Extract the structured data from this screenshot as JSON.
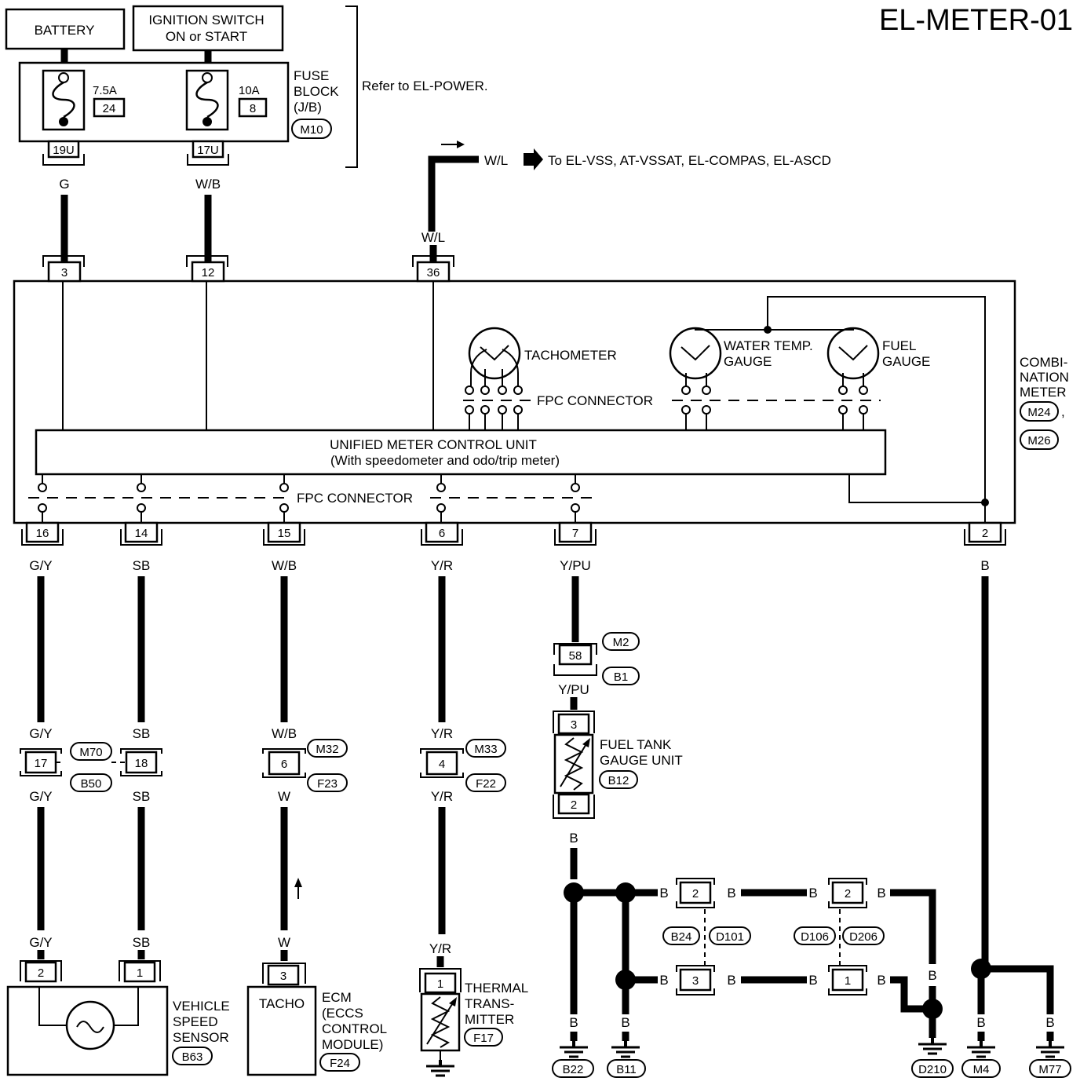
{
  "title": "EL-METER-01",
  "battery": "BATTERY",
  "ignition": [
    "IGNITION SWITCH",
    "ON or START"
  ],
  "fuse_block": {
    "label": [
      "FUSE",
      "BLOCK",
      "(J/B)"
    ],
    "connector": "M10",
    "fuse1": {
      "rating": "7.5A",
      "number": "24",
      "terminal": "19U"
    },
    "fuse2": {
      "rating": "10A",
      "number": "8",
      "terminal": "17U"
    }
  },
  "refer_note": "Refer to EL-POWER.",
  "vss_note": "To EL-VSS, AT-VSSAT, EL-COMPAS, EL-ASCD",
  "wire_colors": {
    "g": "G",
    "wb": "W/B",
    "wl": "W/L",
    "gy": "G/Y",
    "sb": "SB",
    "yr": "Y/R",
    "ypu": "Y/PU",
    "b": "B",
    "w": "W"
  },
  "meter": {
    "label": [
      "COMBI-",
      "NATION",
      "METER"
    ],
    "connectors": [
      "M24",
      "M26"
    ],
    "top_pins": [
      "3",
      "12",
      "36"
    ],
    "bottom_pins": [
      "16",
      "14",
      "15",
      "6",
      "7",
      "2"
    ],
    "tachometer": "TACHOMETER",
    "water_temp": [
      "WATER TEMP.",
      "GAUGE"
    ],
    "fuel_gauge": [
      "FUEL",
      "GAUGE"
    ],
    "fpc": "FPC CONNECTOR",
    "control_unit": [
      "UNIFIED METER CONTROL UNIT",
      "(With speedometer and odo/trip meter)"
    ]
  },
  "connectors": {
    "m70": "M70",
    "b50": "B50",
    "pin17": "17",
    "pin18": "18",
    "m32": "M32",
    "f23": "F23",
    "pin6": "6",
    "m33": "M33",
    "f22": "F22",
    "pin4": "4",
    "m2": "M2",
    "b1": "B1",
    "pin58": "58"
  },
  "fuel_tank_unit": {
    "label": [
      "FUEL TANK",
      "GAUGE UNIT"
    ],
    "connector": "B12",
    "pins": [
      "3",
      "2"
    ]
  },
  "vehicle_speed_sensor": {
    "label": [
      "VEHICLE",
      "SPEED",
      "SENSOR"
    ],
    "connector": "B63",
    "pins": [
      "2",
      "1"
    ]
  },
  "ecm": {
    "box_label": "TACHO",
    "label": [
      "ECM",
      "(ECCS",
      "CONTROL",
      "MODULE)"
    ],
    "connector": "F24",
    "pin": "3"
  },
  "thermal_transmitter": {
    "label": [
      "THERMAL",
      "TRANS-",
      "MITTER"
    ],
    "connector": "F17",
    "pin": "1"
  },
  "ground_harness": {
    "b24": "B24",
    "d101": "D101",
    "d106": "D106",
    "d206": "D206",
    "pins": [
      "2",
      "3",
      "2",
      "1"
    ]
  },
  "grounds": [
    "B22",
    "B11",
    "D210",
    "M4",
    "M77"
  ]
}
